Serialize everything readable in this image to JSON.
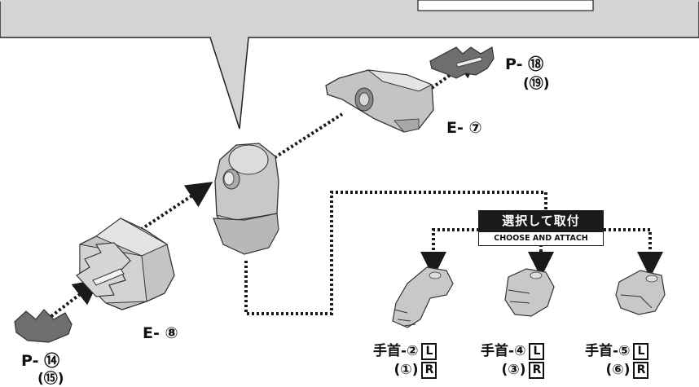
{
  "parts": {
    "p18": {
      "prefix": "P-",
      "number": "⑱",
      "alt": "(⑲)"
    },
    "e7": {
      "prefix": "E-",
      "number": "⑦"
    },
    "e8": {
      "prefix": "E-",
      "number": "⑧"
    },
    "p14": {
      "prefix": "P-",
      "number": "⑭",
      "alt": "(⑮)"
    }
  },
  "choose": {
    "jp": "選択して取付",
    "en": "CHOOSE AND ATTACH"
  },
  "wrists": [
    {
      "prefix": "手首-",
      "number": "②",
      "alt": "(①)",
      "left": "L",
      "right": "R"
    },
    {
      "prefix": "手首-",
      "number": "④",
      "alt": "(③)",
      "left": "L",
      "right": "R"
    },
    {
      "prefix": "手首-",
      "number": "⑤",
      "alt": "(⑥)",
      "left": "L",
      "right": "R"
    }
  ],
  "colors": {
    "callout_fill": "#d4d4d4",
    "part_gray": "#c4c4c4",
    "dark_part": "#6e6e6e",
    "arrow": "#1a1a1a"
  }
}
